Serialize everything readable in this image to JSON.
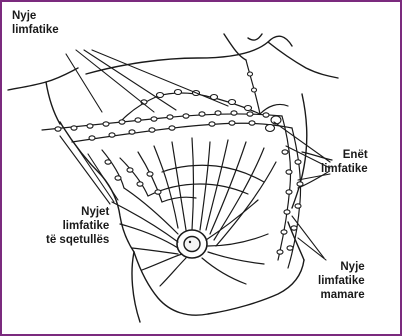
{
  "labels": {
    "lymph_nodes": [
      "Nyje",
      "limfatike"
    ],
    "lymph_vessels": [
      "Enët",
      "limfatike"
    ],
    "axillary_nodes": [
      "Nyjet",
      "limfatike",
      "të sqetullës"
    ],
    "mammary_nodes": [
      "Nyje",
      "limfatike",
      "mamare"
    ]
  },
  "colors": {
    "frame": "#7b2a7e",
    "ink": "#1a1a1a",
    "background": "#ffffff"
  }
}
